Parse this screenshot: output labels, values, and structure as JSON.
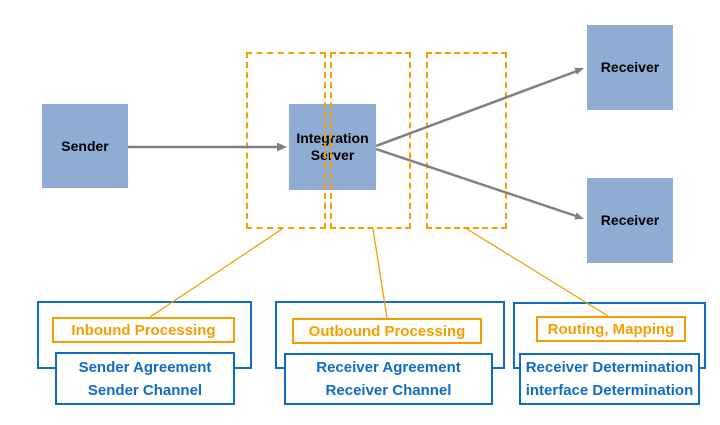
{
  "diagram": {
    "nodes": {
      "sender": {
        "label": "Sender"
      },
      "integration": {
        "label": "Integration Server"
      },
      "receiver_top": {
        "label": "Receiver"
      },
      "receiver_bottom": {
        "label": "Receiver"
      }
    },
    "callouts": [
      {
        "title": "Inbound Processing",
        "lines": [
          "Sender Agreement",
          "Sender Channel"
        ]
      },
      {
        "title": "Outbound Processing",
        "lines": [
          "Receiver Agreement",
          "Receiver Channel"
        ]
      },
      {
        "title": "Routing, Mapping",
        "lines": [
          "Receiver Determination",
          "interface Determination"
        ]
      }
    ],
    "colors": {
      "node_fill": "#8FACD3",
      "node_text": "#000000",
      "orange": "#F59E00",
      "blue": "#0F6CC4",
      "arrow_gray": "#808080",
      "background": "#FFFFFF"
    }
  }
}
